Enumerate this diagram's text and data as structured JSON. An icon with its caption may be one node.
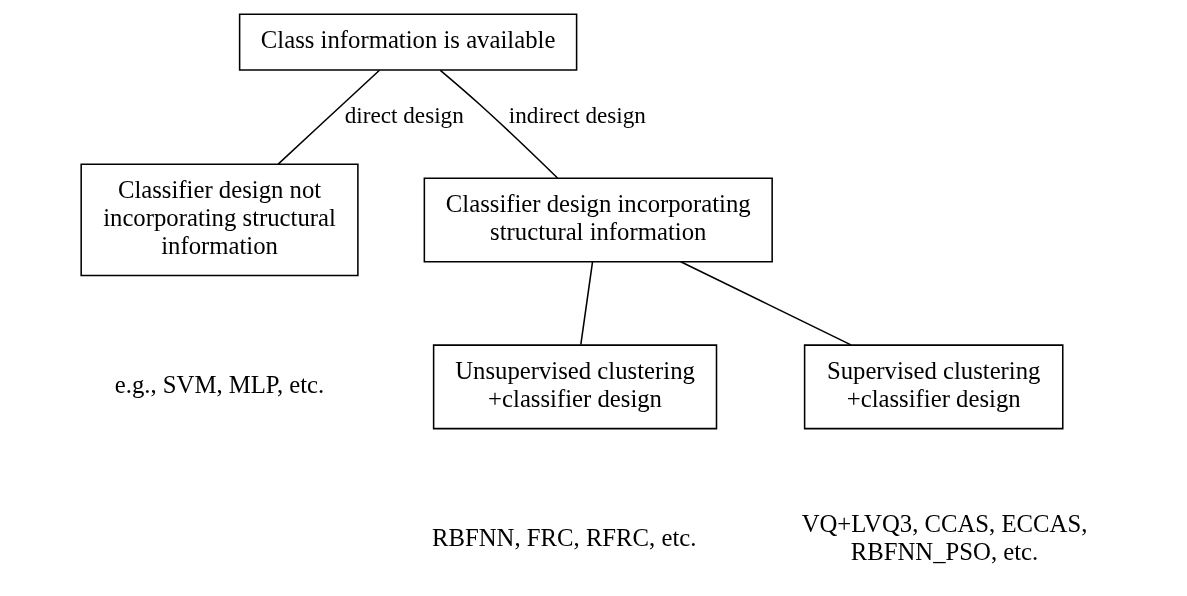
{
  "diagram": {
    "nodes": [
      {
        "text": [
          "Class information is available"
        ]
      },
      {
        "text": [
          "Classifier design not incorporating structural information"
        ],
        "beside": [
          "e.g., SVM, MLP, etc."
        ]
      },
      {
        "text": [
          "Classifier design incorporating structural information"
        ]
      },
      {
        "text": [
          "Unsupervised clustering +classifier design"
        ],
        "beside": [
          "RBFNN, FRC, RFRC, etc."
        ]
      },
      {
        "text": [
          "Supervised clustering +classifier design"
        ],
        "beside": [
          "VQ+LVQ3, CCAS, ECCAS, RBFNN_PSO, etc."
        ]
      }
    ],
    "edges": [
      {
        "from": 0,
        "to": 1,
        "arrow": "none",
        "label": "direct design"
      },
      {
        "from": 0,
        "to": 2,
        "arrow": "none",
        "label": "indirect design"
      },
      {
        "from": 2,
        "to": 3,
        "arrow": "none"
      },
      {
        "from": 2,
        "to": 4,
        "arrow": "none"
      }
    ]
  }
}
